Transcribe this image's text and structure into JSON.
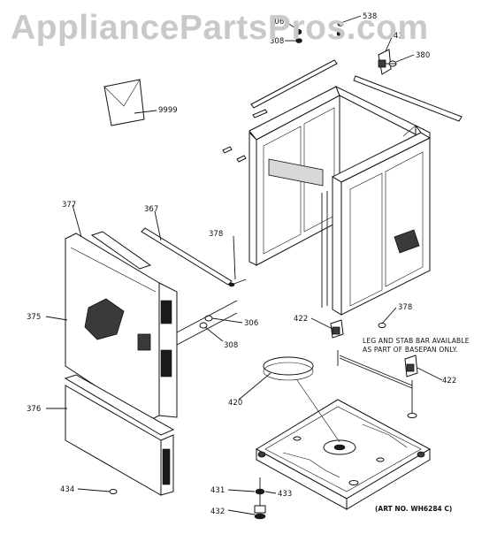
{
  "watermark": "AppliancePartsPros.com",
  "labels": {
    "p306a": "306",
    "p538": "538",
    "p308a": "308",
    "p43": "43",
    "p380": "380",
    "p9999": "9999",
    "p377": "377",
    "p367": "367",
    "p378a": "378",
    "p375": "375",
    "p306b": "306",
    "p308b": "308",
    "p422a": "422",
    "p378b": "378",
    "p420": "420",
    "p422b": "422",
    "p376": "376",
    "p434": "434",
    "p431": "431",
    "p433": "433",
    "p432": "432"
  },
  "note_line1": "LEG AND STAB BAR AVAILABLE",
  "note_line2": "AS PART OF BASEPAN ONLY.",
  "art_number": "(ART NO. WH6284 C)"
}
